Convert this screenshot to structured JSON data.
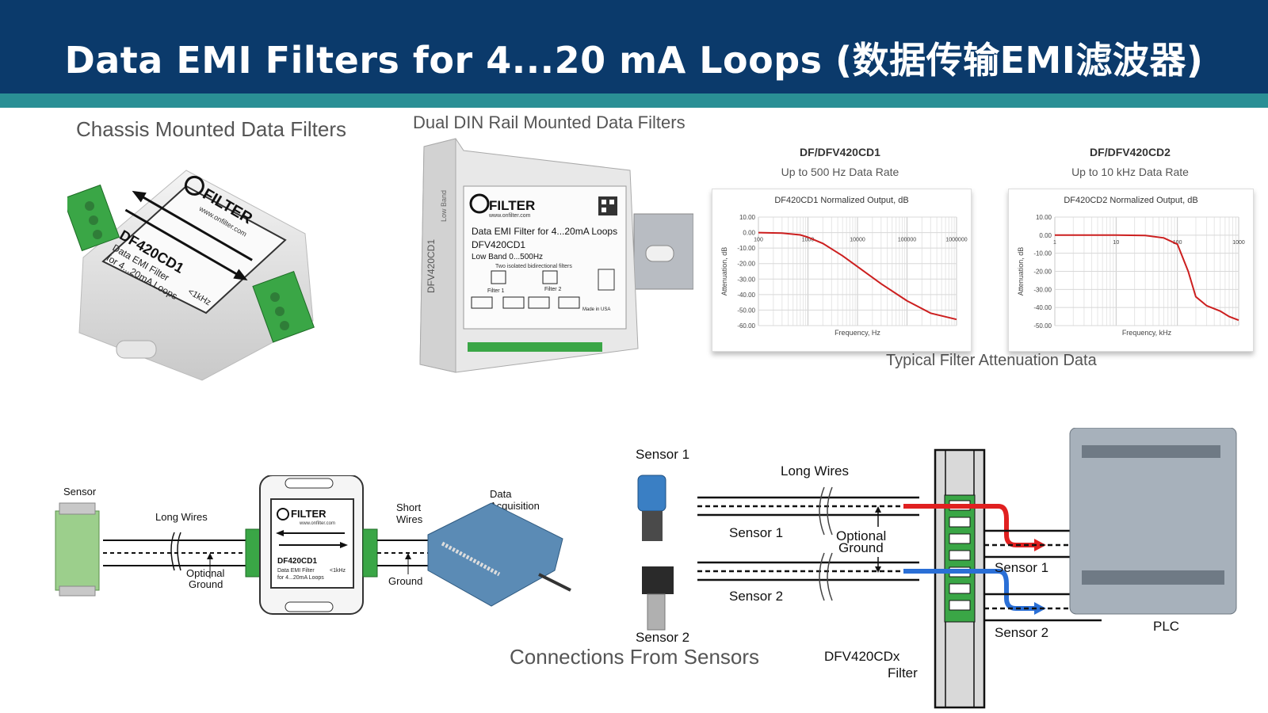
{
  "header": {
    "title": "Data EMI Filters for 4...20 mA Loops (数据传输EMI滤波器)",
    "bg_color": "#0b3a6b",
    "stripe_color": "#2a8f95"
  },
  "sections": {
    "chassis_label": "Chassis Mounted Data Filters",
    "din_label": "Dual DIN Rail Mounted Data Filters",
    "attenuation_label": "Typical Filter Attenuation Data",
    "connections_label": "Connections From Sensors"
  },
  "chassis_device": {
    "brand": "FILTER",
    "website": "www.onfilter.com",
    "model": "DF420CD1",
    "desc1": "Data EMI Filter",
    "desc2": "for 4...20mA Loops",
    "freq": "<1kHz"
  },
  "din_device": {
    "brand": "FILTER",
    "website": "www.onfilter.com",
    "title": "Data EMI Filter for 4...20mA Loops",
    "model": "DFV420CD1",
    "band": "Low Band 0...500Hz",
    "note": "Two isolated bidirectional filters",
    "filter1": "Filter 1",
    "filter2": "Filter 2",
    "made": "Made in USA",
    "side_text": "DFV420CD1",
    "side_text2": "Low Band"
  },
  "charts": {
    "cd1_title": "DF/DFV420CD1",
    "cd1_sub": "Up to 500 Hz Data Rate",
    "cd2_title": "DF/DFV420CD2",
    "cd2_sub": "Up to 10 kHz Data Rate"
  },
  "chart_data": [
    {
      "type": "line",
      "title": "DF420CD1 Normalized Output, dB",
      "xlabel": "Frequency, Hz",
      "ylabel": "Attenuation, dB",
      "xscale": "log",
      "xlim": [
        100,
        1000000
      ],
      "ylim": [
        -60,
        10
      ],
      "x_ticks": [
        "100",
        "1000",
        "10000",
        "100000",
        "1000000"
      ],
      "y_ticks": [
        "10.00",
        "0.00",
        "-10.00",
        "-20.00",
        "-30.00",
        "-40.00",
        "-50.00",
        "-60.00"
      ],
      "grid": true,
      "line_color": "#cc1f1f",
      "series": [
        {
          "x": [
            100,
            300,
            700,
            1000,
            2000,
            5000,
            10000,
            30000,
            100000,
            300000,
            1000000
          ],
          "y": [
            0,
            -0.3,
            -1.5,
            -3,
            -7,
            -15,
            -22,
            -33,
            -44,
            -52,
            -56
          ]
        }
      ]
    },
    {
      "type": "line",
      "title": "DF420CD2 Normalized Output, dB",
      "xlabel": "Frequency, kHz",
      "ylabel": "Attenuation, dB",
      "xscale": "log",
      "xlim": [
        1,
        1000
      ],
      "ylim": [
        -50,
        10
      ],
      "x_ticks": [
        "1",
        "10",
        "100",
        "1000"
      ],
      "y_ticks": [
        "10.00",
        "0.00",
        "-10.00",
        "-20.00",
        "-30.00",
        "-40.00",
        "-50.00"
      ],
      "grid": true,
      "line_color": "#cc1f1f",
      "series": [
        {
          "x": [
            1,
            10,
            30,
            60,
            100,
            150,
            200,
            300,
            500,
            700,
            1000
          ],
          "y": [
            0,
            0,
            -0.2,
            -1.5,
            -5,
            -20,
            -34,
            -39,
            -42,
            -45,
            -47
          ]
        }
      ]
    }
  ],
  "left_diagram": {
    "sensor": "Sensor",
    "long_wires": "Long Wires",
    "optional": "Optional",
    "ground": "Ground",
    "short": "Short",
    "wires": "Wires",
    "ground2": "Ground",
    "data": "Data",
    "acquisition": "Acquisition",
    "brand": "FILTER",
    "website": "www.onfilter.com",
    "model": "DF420CD1",
    "desc1": "Data EMI Filter",
    "freq": "<1kHz",
    "desc2": "for 4...20mA Loops"
  },
  "right_diagram": {
    "sensor1_top": "Sensor 1",
    "long_wires": "Long Wires",
    "sensor1_mid": "Sensor 1",
    "optional": "Optional",
    "ground": "Ground",
    "sensor2_mid": "Sensor 2",
    "sensor2_bottom": "Sensor 2",
    "sensor1_right": "Sensor 1",
    "sensor2_right": "Sensor 2",
    "plc": "PLC",
    "filter_label1": "DFV420CDx",
    "filter_label2": "Filter"
  }
}
